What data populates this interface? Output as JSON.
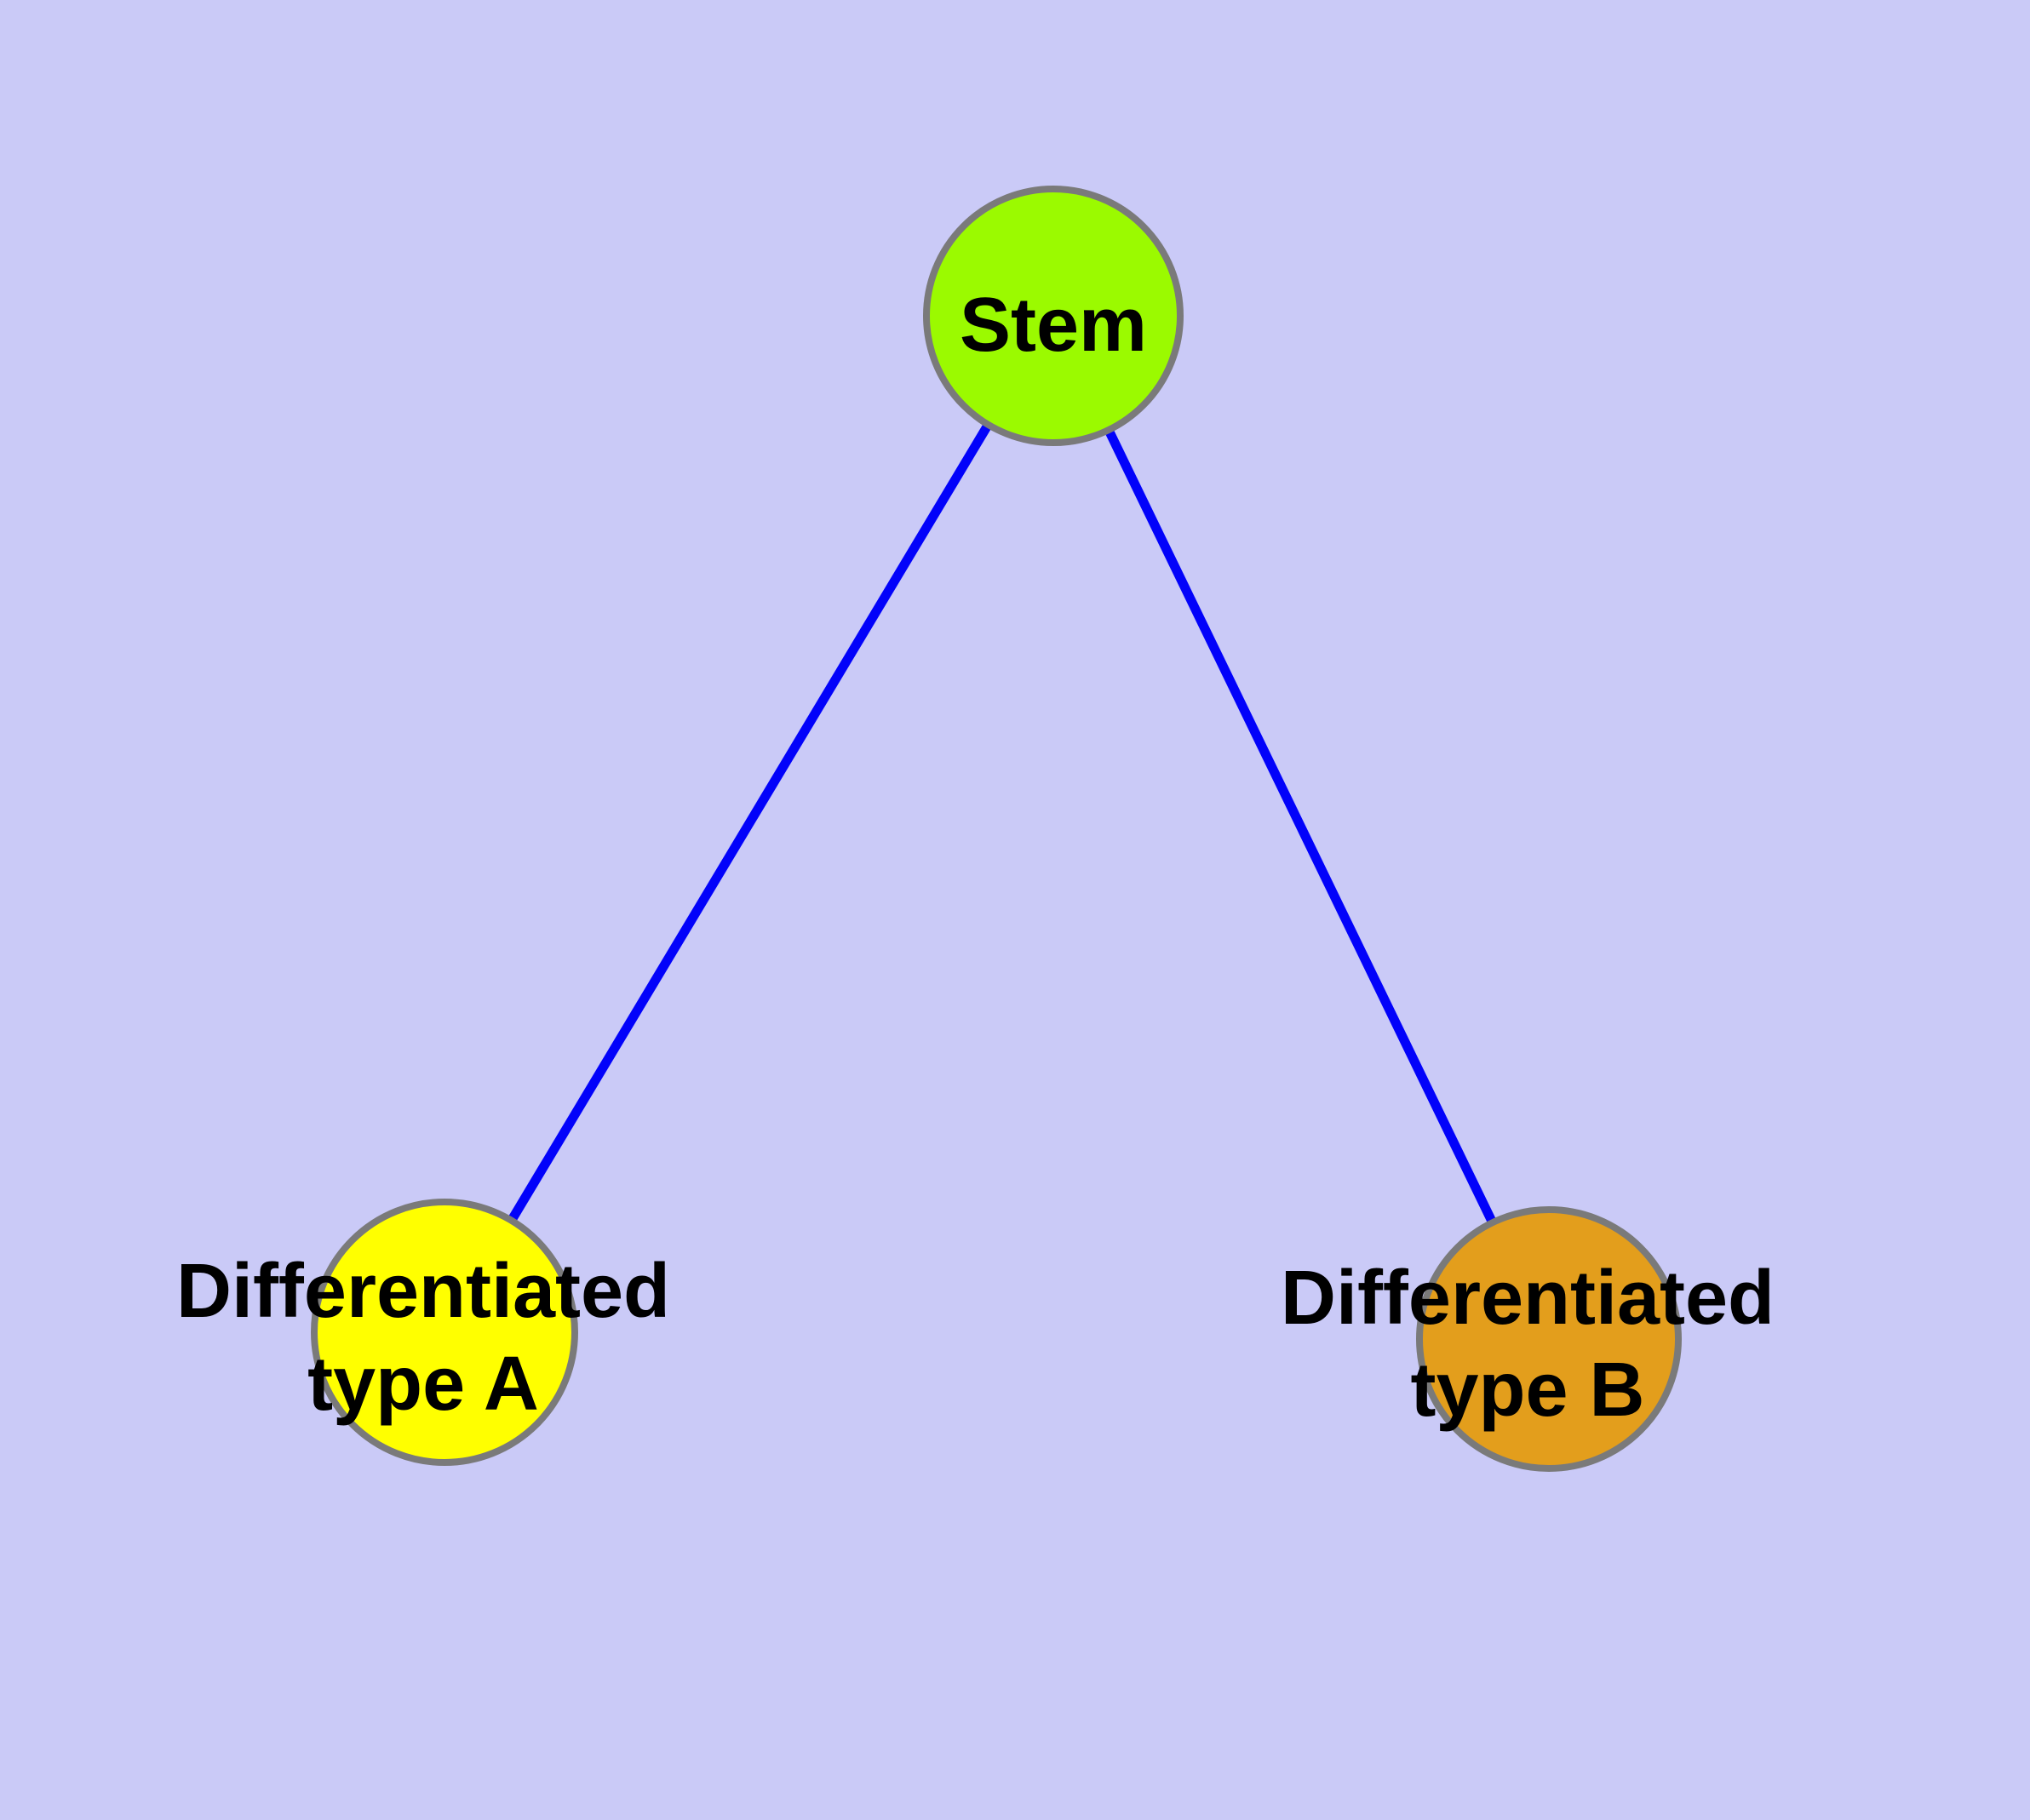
{
  "diagram": {
    "type": "node-link-graph",
    "background_color": "#CACAF7",
    "edge_color": "#0202FA",
    "node_border_color": "#7A7A7A",
    "text_color": "#000000",
    "nodes": {
      "stem": {
        "label": "Stem",
        "fill": "#9BFA00"
      },
      "type_a": {
        "label_line1": "Differentiated",
        "label_line2": "type A",
        "fill": "#FFFF00"
      },
      "type_b": {
        "label_line1": "Differentiated",
        "label_line2": "type B",
        "fill": "#E39E1C"
      }
    },
    "edges": [
      {
        "from": "Stem",
        "to": "Differentiated type A"
      },
      {
        "from": "Stem",
        "to": "Differentiated type B"
      }
    ]
  }
}
